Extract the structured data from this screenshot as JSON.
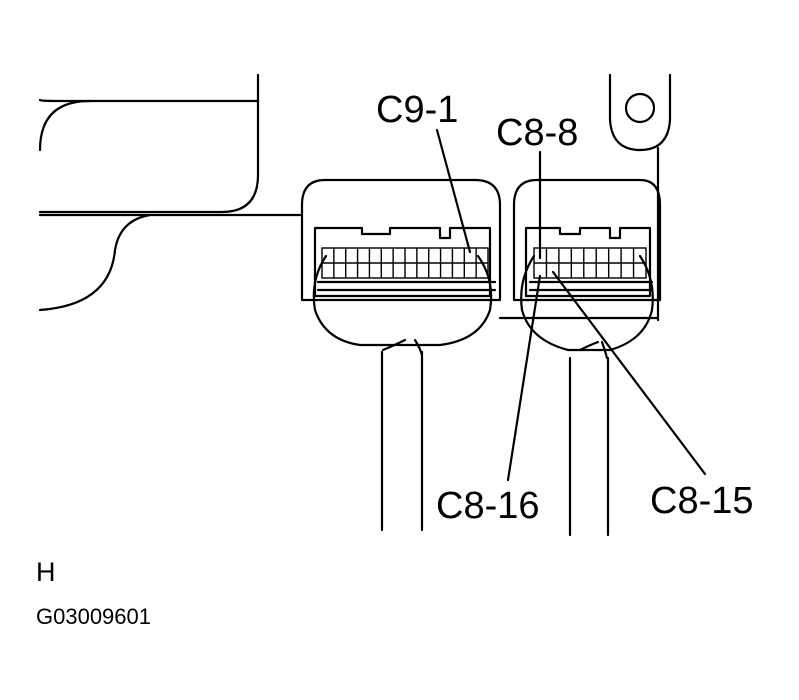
{
  "diagram": {
    "callouts": {
      "c9_1": "C9-1",
      "c8_8": "C8-8",
      "c8_16": "C8-16",
      "c8_15": "C8-15"
    },
    "view_letter": "H",
    "figure_code": "G03009601"
  }
}
